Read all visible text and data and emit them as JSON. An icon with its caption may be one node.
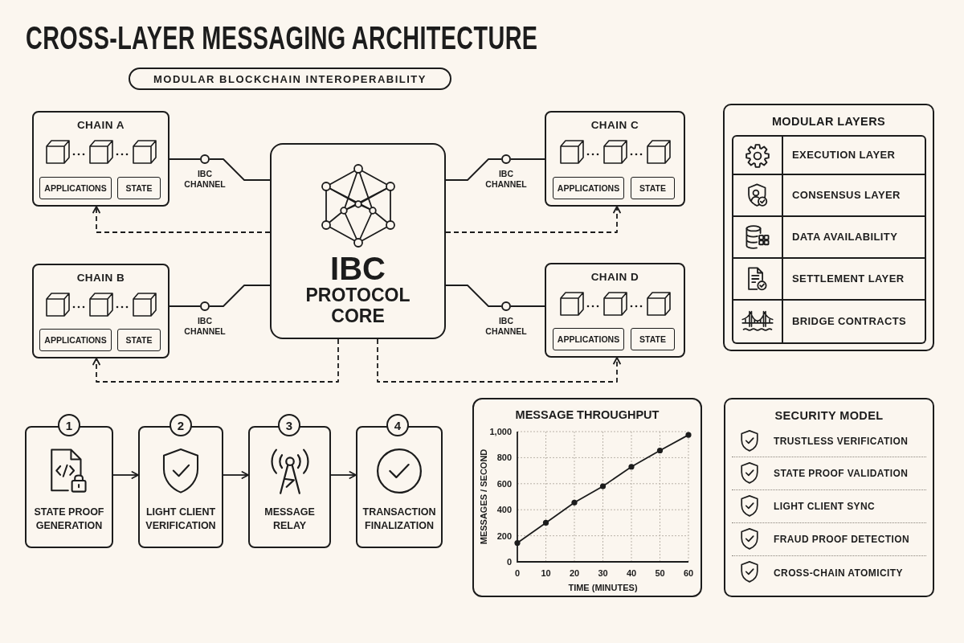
{
  "diagram": {
    "title": "CROSS-LAYER MESSAGING ARCHITECTURE",
    "nodes": [
      {
        "text": [
          "MODULAR BLOCKCHAIN INTEROPERABILITY"
        ]
      },
      {
        "text": [
          "CHAIN A"
        ]
      },
      {
        "text": [
          "APPLICATIONS"
        ],
        "in": 1
      },
      {
        "text": [
          "STATE"
        ],
        "in": 1
      },
      {
        "text": [],
        "shape": "circle",
        "beside": [
          "IBC CHANNEL"
        ]
      },
      {
        "text": [
          "IBC",
          "PROTOCOL CORE"
        ]
      },
      {
        "text": [],
        "shape": "circle",
        "beside": [
          "IBC CHANNEL"
        ]
      },
      {
        "text": [
          "CHAIN C"
        ]
      },
      {
        "text": [
          "APPLICATIONS"
        ],
        "in": 7
      },
      {
        "text": [
          "STATE"
        ],
        "in": 7
      },
      {
        "text": [
          "MODULAR LAYERS"
        ]
      },
      {
        "text": [
          "EXECUTION LAYER"
        ],
        "in": 10
      },
      {
        "text": [
          "CONSENSUS LAYER"
        ],
        "in": 10
      },
      {
        "text": [
          "DATA AVAILABILITY"
        ],
        "in": 10
      },
      {
        "text": [
          "SETTLEMENT LAYER"
        ],
        "in": 10
      },
      {
        "text": [
          "BRIDGE CONTRACTS"
        ],
        "in": 10
      },
      {
        "text": [
          "CHAIN B"
        ]
      },
      {
        "text": [
          "APPLICATIONS"
        ],
        "in": 16
      },
      {
        "text": [
          "STATE"
        ],
        "in": 16
      },
      {
        "text": [],
        "shape": "circle",
        "beside": [
          "IBC CHANNEL"
        ]
      },
      {
        "text": [],
        "shape": "circle",
        "beside": [
          "IBC CHANNEL"
        ]
      },
      {
        "text": [
          "CHAIN D"
        ]
      },
      {
        "text": [
          "APPLICATIONS"
        ],
        "in": 21
      },
      {
        "text": [
          "STATE"
        ],
        "in": 21
      },
      {
        "text": [
          "1"
        ]
      },
      {
        "text": [
          "STATE PROOF GENERATION"
        ]
      },
      {
        "text": [
          "2"
        ]
      },
      {
        "text": [
          "LIGHT CLIENT VERIFICATION"
        ]
      },
      {
        "text": [
          "3"
        ]
      },
      {
        "text": [
          "MESSAGE RELAY"
        ]
      },
      {
        "text": [
          "4"
        ]
      },
      {
        "text": [
          "TRANSACTION FINALIZATION"
        ]
      },
      {
        "text": [
          "SECURITY MODEL"
        ]
      },
      {
        "text": [
          "TRUSTLESS VERIFICATION"
        ],
        "in": 32
      },
      {
        "text": [
          "STATE PROOF VALIDATION"
        ],
        "in": 32
      },
      {
        "text": [
          "LIGHT CLIENT SYNC"
        ],
        "in": 32
      },
      {
        "text": [
          "FRAUD PROOF DETECTION"
        ],
        "in": 32
      },
      {
        "text": [
          "CROSS-CHAIN ATOMICITY"
        ],
        "in": 32
      }
    ],
    "edges": [
      {
        "from": 1,
        "to": 4,
        "arrow": "none"
      },
      {
        "from": 4,
        "to": 5,
        "arrow": "none"
      },
      {
        "from": 5,
        "to": 6,
        "arrow": "none"
      },
      {
        "from": 6,
        "to": 7,
        "arrow": "none"
      },
      {
        "from": 5,
        "to": 1,
        "arrow": "to",
        "style": "dashed"
      },
      {
        "from": 5,
        "to": 7,
        "arrow": "to",
        "style": "dashed"
      },
      {
        "from": 16,
        "to": 19,
        "arrow": "none"
      },
      {
        "from": 19,
        "to": 5,
        "arrow": "none"
      },
      {
        "from": 5,
        "to": 20,
        "arrow": "none"
      },
      {
        "from": 20,
        "to": 21,
        "arrow": "none"
      },
      {
        "from": 5,
        "to": 16,
        "arrow": "to",
        "style": "dashed"
      },
      {
        "from": 5,
        "to": 21,
        "arrow": "to",
        "style": "dashed"
      },
      {
        "from": 25,
        "to": 27,
        "arrow": "to"
      },
      {
        "from": 27,
        "to": 29,
        "arrow": "to"
      },
      {
        "from": 29,
        "to": 31,
        "arrow": "to"
      }
    ],
    "chart_data": {
      "type": "line",
      "title": "MESSAGE THROUGHPUT",
      "xlabel": "TIME (MINUTES)",
      "ylabel": "MESSAGES / SECOND",
      "x": [
        0,
        10,
        20,
        30,
        40,
        50,
        60
      ],
      "series": [
        {
          "color": "#1c1c1c",
          "marker": "circle",
          "values": [
            145,
            300,
            455,
            580,
            730,
            855,
            975
          ]
        }
      ],
      "xlim": [
        0,
        60
      ],
      "ylim": [
        0,
        1000
      ],
      "xticks": [
        0,
        10,
        20,
        30,
        40,
        50,
        60
      ],
      "yticks": [
        0,
        200,
        400,
        600,
        800,
        {
          "value": 1000,
          "label": "1,000"
        }
      ],
      "grid": true
    }
  }
}
